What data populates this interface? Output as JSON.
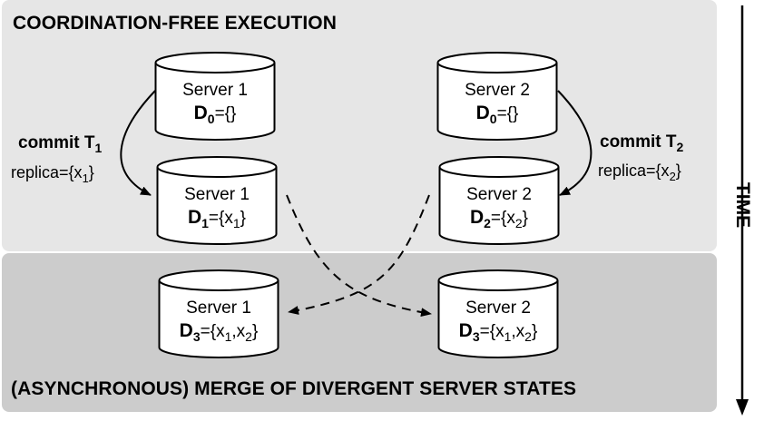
{
  "top_section": {
    "title": "COORDINATION-FREE EXECUTION"
  },
  "bottom_section": {
    "title": "(ASYNCHRONOUS) MERGE OF DIVERGENT SERVER STATES"
  },
  "time_label": "TIME",
  "servers": {
    "s1_initial": {
      "name": "Server 1",
      "state_var": "D",
      "state_sub": "0",
      "state_value": "={}"
    },
    "s2_initial": {
      "name": "Server 2",
      "state_var": "D",
      "state_sub": "0",
      "state_value": "={}"
    },
    "s1_after": {
      "name": "Server 1",
      "state_var": "D",
      "state_sub": "1",
      "v1": "={x",
      "v1_sub": "1",
      "v1_end": "}"
    },
    "s2_after": {
      "name": "Server 2",
      "state_var": "D",
      "state_sub": "2",
      "v1": "={x",
      "v1_sub": "2",
      "v1_end": "}"
    },
    "s1_merged": {
      "name": "Server 1",
      "state_var": "D",
      "state_sub": "3",
      "v1": "={x",
      "v1_sub": "1",
      "v2": ",x",
      "v2_sub": "2",
      "v_end": "}"
    },
    "s2_merged": {
      "name": "Server 2",
      "state_var": "D",
      "state_sub": "3",
      "v1": "={x",
      "v1_sub": "1",
      "v2": ",x",
      "v2_sub": "2",
      "v_end": "}"
    }
  },
  "commits": {
    "left": {
      "label": "commit T",
      "label_sub": "1",
      "replica": "replica={x",
      "replica_sub": "1",
      "replica_end": "}"
    },
    "right": {
      "label": "commit T",
      "label_sub": "2",
      "replica": "replica={x",
      "replica_sub": "2",
      "replica_end": "}"
    }
  },
  "colors": {
    "top_panel": "#e6e6e6",
    "bottom_panel": "#cccccc",
    "cylinder_fill": "#ffffff",
    "stroke": "#000000"
  }
}
